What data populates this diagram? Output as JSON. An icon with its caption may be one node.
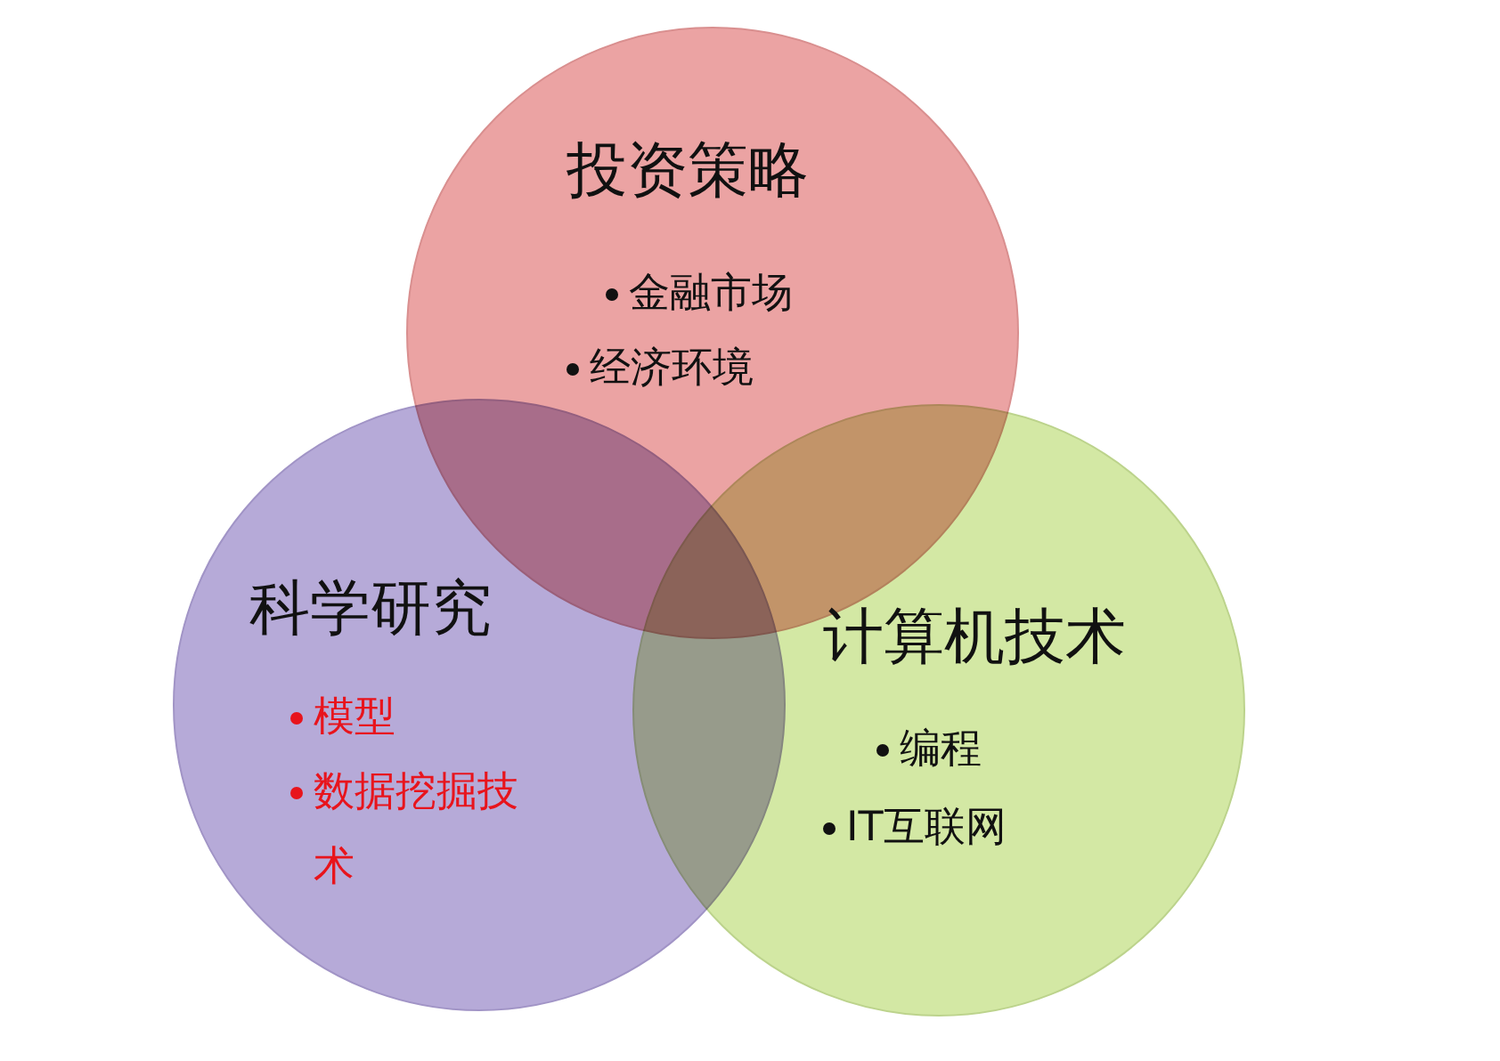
{
  "diagram": {
    "nodes": [
      {
        "text": [
          "投资策略",
          "金融市场",
          "经济环境"
        ]
      },
      {
        "text": [
          "科学研究",
          "模型",
          "数据挖掘技术"
        ]
      },
      {
        "text": [
          "计算机技术",
          "编程",
          "IT互联网"
        ]
      }
    ]
  }
}
